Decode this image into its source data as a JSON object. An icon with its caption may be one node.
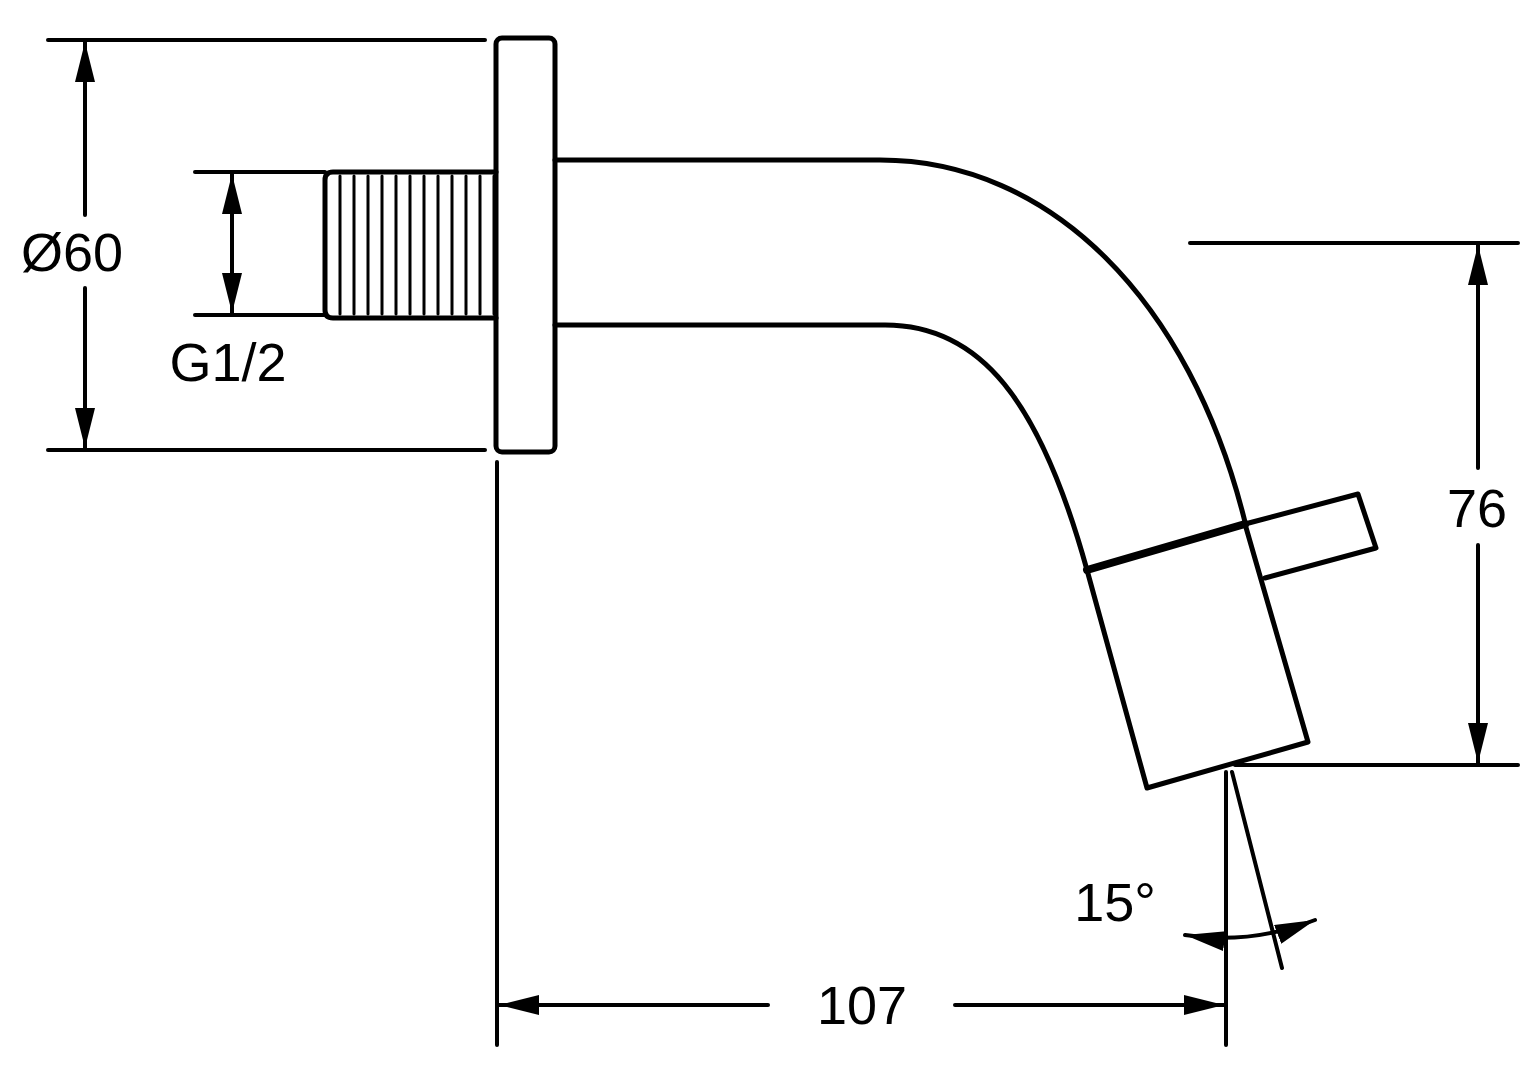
{
  "diagram": {
    "labels": [
      "Ø60",
      "G1/2",
      "76",
      "15°",
      "107"
    ]
  }
}
